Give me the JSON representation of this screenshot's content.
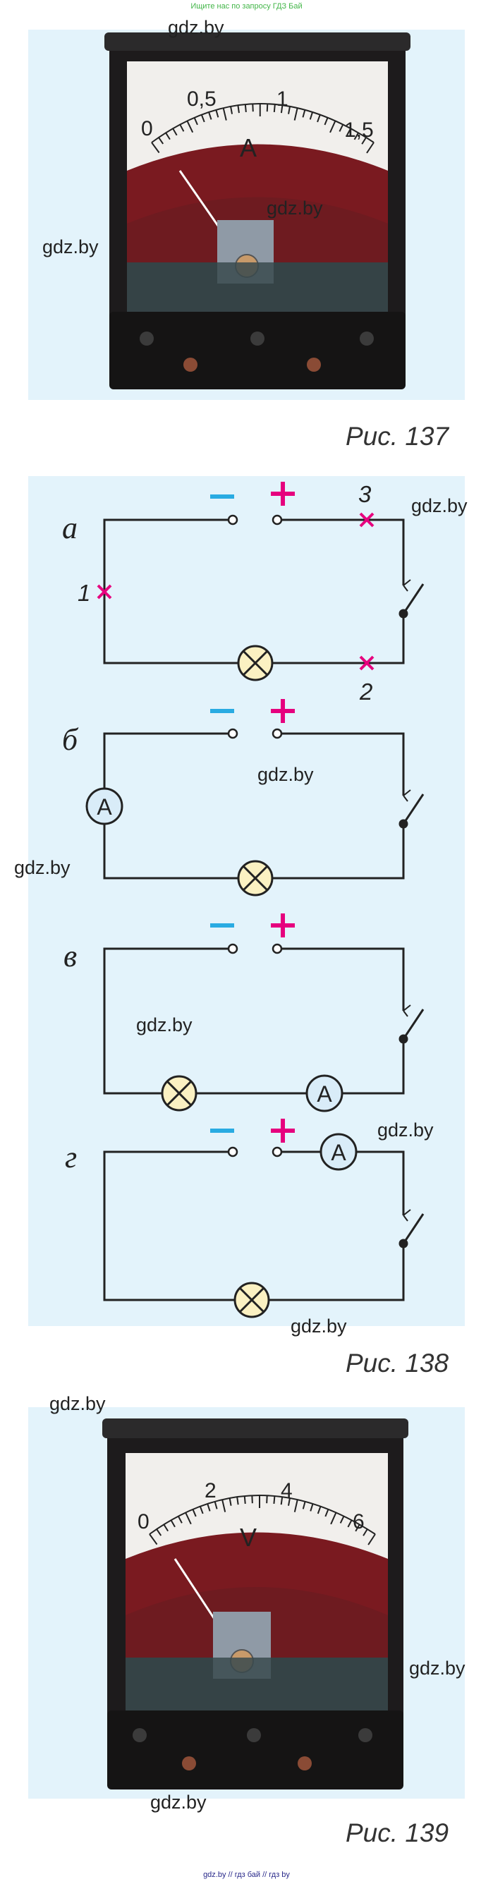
{
  "header": {
    "note": "Ищите нас по запросу ГДЗ Бай"
  },
  "footer": {
    "note": "gdz.by // гдз бай // гдз by"
  },
  "watermark": "gdz.by",
  "fig137": {
    "caption": "Рис. 137",
    "scale_labels": [
      "0",
      "0,5",
      "1",
      "1,5"
    ],
    "unit": "A"
  },
  "fig138": {
    "caption": "Рис. 138",
    "variants": [
      "а",
      "б",
      "в",
      "г"
    ],
    "minus": "−",
    "plus": "+",
    "cross_points": [
      "1",
      "2",
      "3"
    ],
    "ammeter_symbol": "A"
  },
  "fig139": {
    "caption": "Рис. 139",
    "scale_labels": [
      "0",
      "2",
      "4",
      "6"
    ],
    "unit": "V"
  },
  "colors": {
    "panel_bg": "#e3f3fb",
    "minus": "#29abe2",
    "plus": "#e6007e",
    "lamp_fill": "#fbf1c2",
    "ammeter_fill": "#d9ecf8",
    "meter_red": "#7a1a20"
  }
}
